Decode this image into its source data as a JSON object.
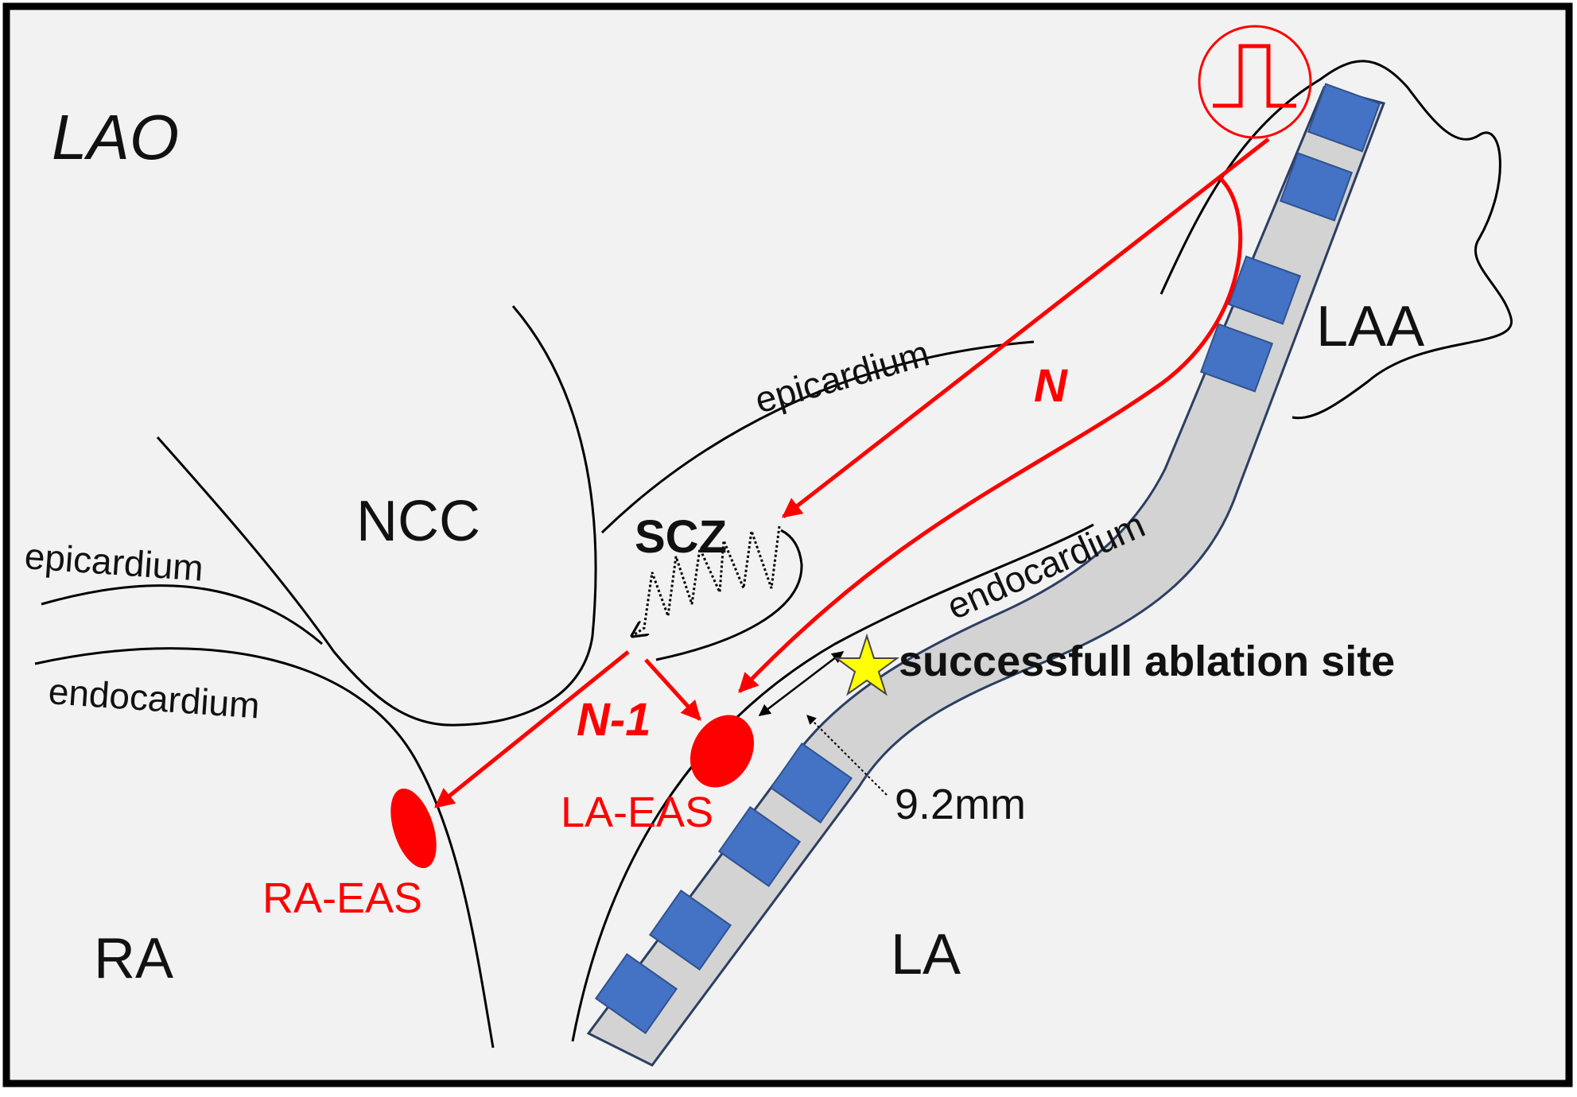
{
  "view_label": "LAO",
  "labels": {
    "ncc": "NCC",
    "scz": "SCZ",
    "laa": "LAA",
    "ra": "RA",
    "la": "LA",
    "epicardium_left": "epicardium",
    "endocardium_left": "endocardium",
    "epicardium_top": "epicardium",
    "endocardium_right": "endocardium",
    "n": "N",
    "n_minus_1": "N-1",
    "ra_eas": "RA-EAS",
    "la_eas": "LA-EAS",
    "distance": "9.2mm",
    "ablation_site": "successfull ablation site"
  },
  "colors": {
    "conduction": "#ff0000",
    "catheter_body": "#d3d3d3",
    "electrode": "#4472c4",
    "star": "#ffff00",
    "background": "#f2f2f2",
    "outline": "#000000"
  },
  "icons": {
    "pacing_stimulus": "square-pulse-icon",
    "ablation_marker": "star-icon"
  }
}
